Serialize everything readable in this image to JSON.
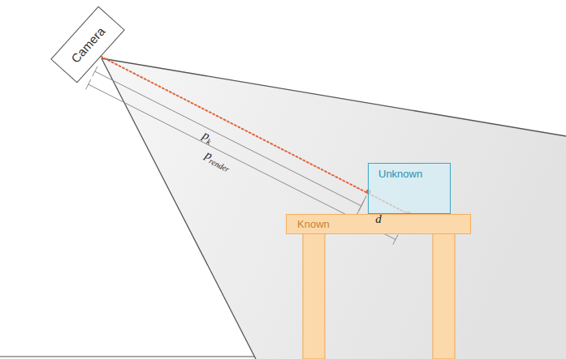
{
  "diagram": {
    "nodes": [
      {
        "text": [
          "Camera"
        ]
      },
      {
        "text": [
          "Unknown"
        ]
      },
      {
        "text": [
          "Known"
        ]
      }
    ],
    "edges": [
      {
        "from": 0,
        "to": 2,
        "arrow": "none"
      }
    ],
    "labels": [
      "p",
      "k",
      "p",
      "render",
      "d"
    ]
  }
}
